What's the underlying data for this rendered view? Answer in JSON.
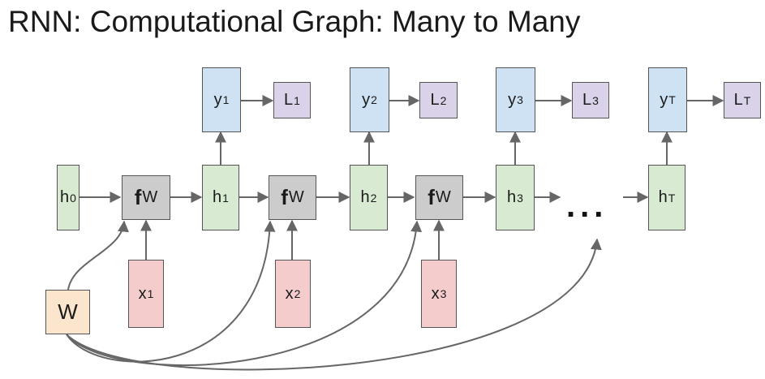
{
  "title": "RNN: Computational Graph: Many to Many",
  "nodes": {
    "h0": {
      "base": "h",
      "sub": "0"
    },
    "h1": {
      "base": "h",
      "sub": "1"
    },
    "h2": {
      "base": "h",
      "sub": "2"
    },
    "h3": {
      "base": "h",
      "sub": "3"
    },
    "hT": {
      "base": "h",
      "sub": "T"
    },
    "f1": {
      "base": "f",
      "sub": "W"
    },
    "f2": {
      "base": "f",
      "sub": "W"
    },
    "f3": {
      "base": "f",
      "sub": "W"
    },
    "x1": {
      "base": "x",
      "sub": "1"
    },
    "x2": {
      "base": "x",
      "sub": "2"
    },
    "x3": {
      "base": "x",
      "sub": "3"
    },
    "y1": {
      "base": "y",
      "sub": "1"
    },
    "y2": {
      "base": "y",
      "sub": "2"
    },
    "y3": {
      "base": "y",
      "sub": "3"
    },
    "yT": {
      "base": "y",
      "sub": "T"
    },
    "L1": {
      "base": "L",
      "sub": "1"
    },
    "L2": {
      "base": "L",
      "sub": "2"
    },
    "L3": {
      "base": "L",
      "sub": "3"
    },
    "LT": {
      "base": "L",
      "sub": "T"
    },
    "W": {
      "base": "W"
    }
  },
  "ellipsis": "...",
  "colors": {
    "hidden": "#d9ead3",
    "output": "#cfe2f3",
    "loss": "#d9d2e9",
    "input": "#f4cccc",
    "function": "#cccccc",
    "weight": "#fce5cd",
    "arrow": "#666666"
  }
}
